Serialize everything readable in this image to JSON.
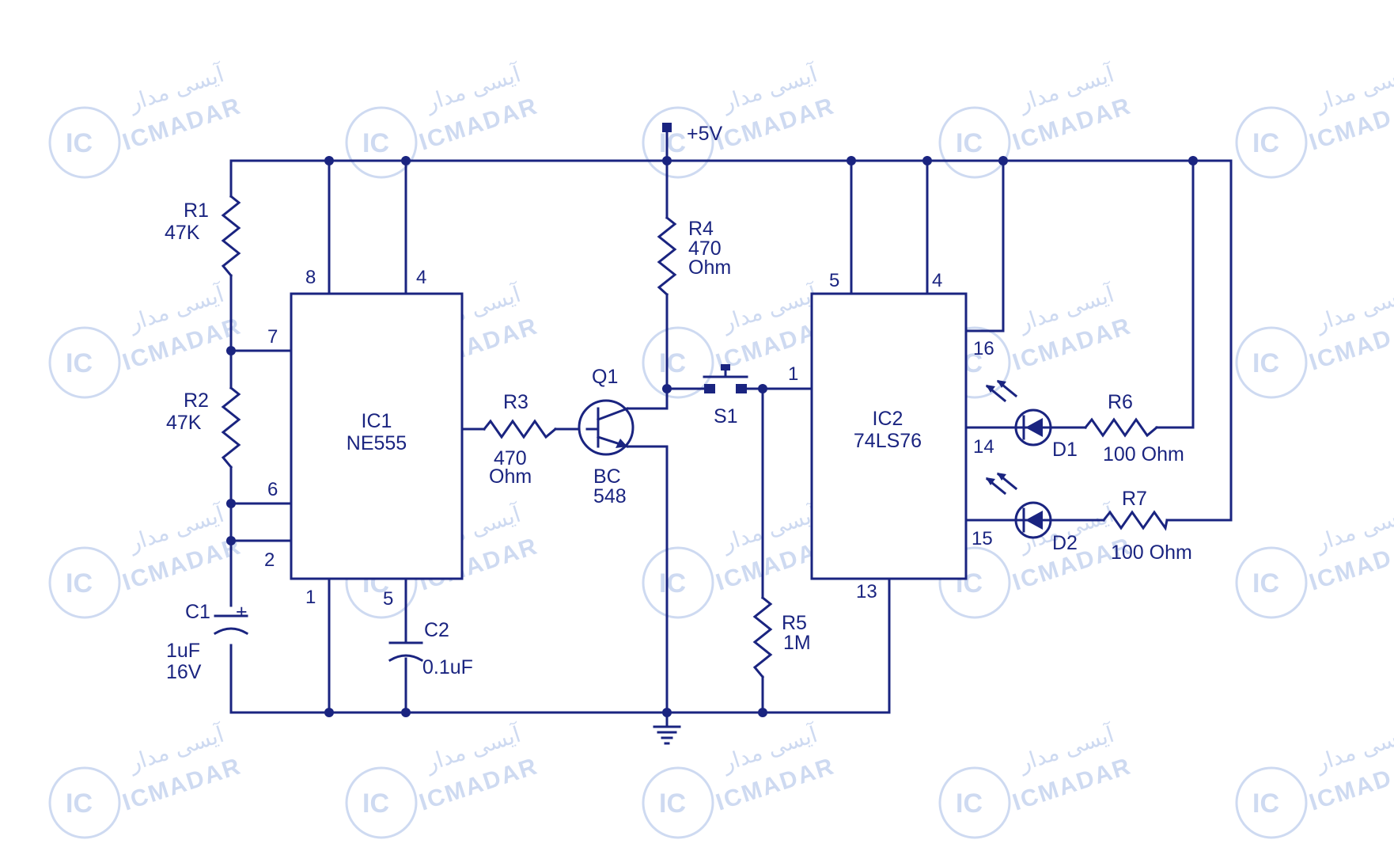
{
  "watermark": {
    "brand": "ICMADAR",
    "arabic": "آیسی مدار",
    "logo_text": "IC"
  },
  "colors": {
    "wire": "#1a2480",
    "watermark": "#c9d6f0",
    "background": "#ffffff"
  },
  "supply": {
    "label": "+5V"
  },
  "ic1": {
    "name": "IC1",
    "part": "NE555",
    "pins": {
      "p8": "8",
      "p4": "4",
      "p7": "7",
      "p6": "6",
      "p2": "2",
      "p1": "1",
      "p5": "5"
    }
  },
  "ic2": {
    "name": "IC2",
    "part": "74LS76",
    "pins": {
      "p5": "5",
      "p4": "4",
      "p16": "16",
      "p1": "1",
      "p14": "14",
      "p15": "15",
      "p13": "13"
    }
  },
  "components": {
    "r1": {
      "name": "R1",
      "value": "47K"
    },
    "r2": {
      "name": "R2",
      "value": "47K"
    },
    "r3": {
      "name": "R3",
      "value_line1": "470",
      "value_line2": "Ohm"
    },
    "r4": {
      "name": "R4",
      "value_line1": "470",
      "value_line2": "Ohm"
    },
    "r5": {
      "name": "R5",
      "value": "1M"
    },
    "r6": {
      "name": "R6",
      "value": "100 Ohm"
    },
    "r7": {
      "name": "R7",
      "value": "100 Ohm"
    },
    "c1": {
      "name": "C1",
      "polarity": "+",
      "value_line1": "1uF",
      "value_line2": "16V"
    },
    "c2": {
      "name": "C2",
      "value": "0.1uF"
    },
    "q1": {
      "name": "Q1",
      "part_line1": "BC",
      "part_line2": "548"
    },
    "s1": {
      "name": "S1"
    },
    "d1": {
      "name": "D1"
    },
    "d2": {
      "name": "D2"
    }
  }
}
